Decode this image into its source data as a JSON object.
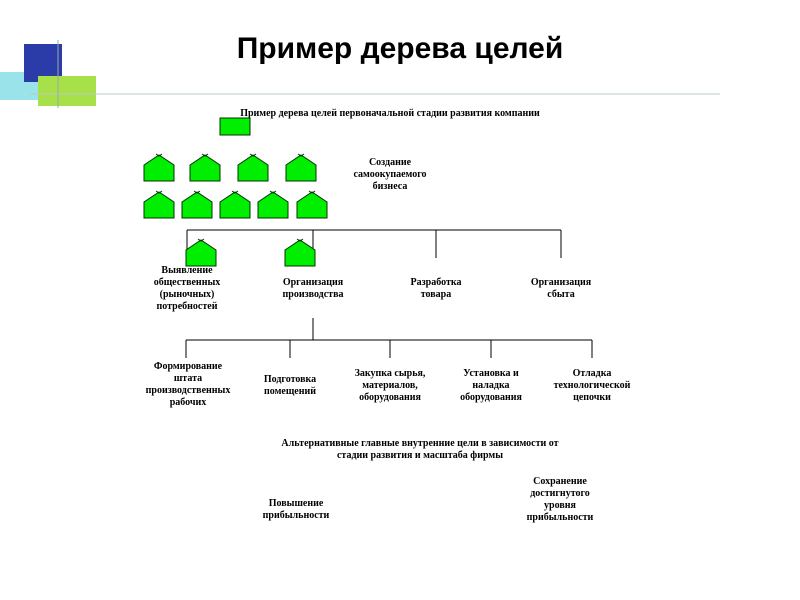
{
  "title": "Пример дерева целей",
  "subtitle": "Пример дерева целей первоначальной стадии развития компании",
  "root": [
    "Создание",
    "самоокупаемого",
    "бизнеса"
  ],
  "level1": [
    [
      "Выявление",
      "общественных",
      "(рыночных)",
      "потребностей"
    ],
    [
      "Организация",
      "производства"
    ],
    [
      "Разработка",
      "товара"
    ],
    [
      "Организация",
      "сбыта"
    ]
  ],
  "level2": [
    [
      "Формирование",
      "штата",
      "производственных",
      "рабочих"
    ],
    [
      "Подготовка",
      "помещений"
    ],
    [
      "Закупка сырья,",
      "материалов,",
      "оборудования"
    ],
    [
      "Установка и",
      "наладка",
      "оборудования"
    ],
    [
      "Отладка",
      "технологической",
      "цепочки"
    ]
  ],
  "alternatives": [
    "Альтернативные главные внутренние цели в зависимости от",
    "стадии развития и масштаба фирмы"
  ],
  "alt_left": [
    "Повышение",
    "прибыльности"
  ],
  "alt_right": [
    "Сохранение",
    "достигнутого",
    "уровня",
    "прибыльности"
  ],
  "colors": {
    "house_fill": "#00ee00",
    "deco_blue": "#2b3ba8",
    "deco_green": "#a8e04a",
    "deco_cyan": "#6fd3e0"
  }
}
